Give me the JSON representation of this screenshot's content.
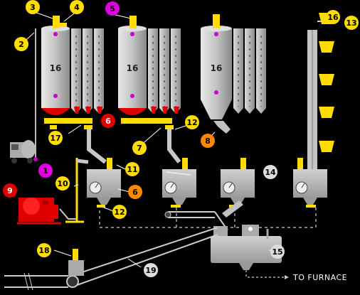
{
  "silos": [
    {
      "label": "16"
    },
    {
      "label": "16"
    },
    {
      "label": "16"
    }
  ],
  "callouts": [
    {
      "num": "1",
      "color": "#e000e0",
      "text_color": "#000000"
    },
    {
      "num": "2",
      "color": "#ffdd00",
      "text_color": "#000000"
    },
    {
      "num": "3",
      "color": "#ffdd00",
      "text_color": "#000000"
    },
    {
      "num": "4",
      "color": "#ffdd00",
      "text_color": "#000000"
    },
    {
      "num": "5",
      "color": "#e000e0",
      "text_color": "#000000"
    },
    {
      "num": "6",
      "color": "#e00000",
      "text_color": "#ffffff"
    },
    {
      "num": "7",
      "color": "#ffdd00",
      "text_color": "#000000"
    },
    {
      "num": "8",
      "color": "#ff8800",
      "text_color": "#000000"
    },
    {
      "num": "9",
      "color": "#e00000",
      "text_color": "#ffffff"
    },
    {
      "num": "10",
      "color": "#ffdd00",
      "text_color": "#000000"
    },
    {
      "num": "11",
      "color": "#ffdd00",
      "text_color": "#000000"
    },
    {
      "num": "12",
      "color": "#ffdd00",
      "text_color": "#000000"
    },
    {
      "num": "13",
      "color": "#ffdd00",
      "text_color": "#000000"
    },
    {
      "num": "14",
      "color": "#dddddd",
      "text_color": "#000000"
    },
    {
      "num": "15",
      "color": "#dddddd",
      "text_color": "#000000"
    },
    {
      "num": "16",
      "color": "#ffdd00",
      "text_color": "#000000"
    },
    {
      "num": "17",
      "color": "#ffdd00",
      "text_color": "#000000"
    },
    {
      "num": "18",
      "color": "#ffdd00",
      "text_color": "#000000"
    },
    {
      "num": "19",
      "color": "#dddddd",
      "text_color": "#000000"
    },
    {
      "num": "6",
      "color": "#ff8800",
      "text_color": "#000000"
    },
    {
      "num": "12",
      "color": "#ffdd00",
      "text_color": "#000000"
    }
  ],
  "outlet_label": "TO FURNACE",
  "colors": {
    "background": "#000000",
    "silo": "#c8c8c8",
    "equipment": "#b0b0b0",
    "yellow": "#ffdd00",
    "magenta": "#e000e0",
    "red": "#e00000",
    "orange": "#ff8800"
  }
}
